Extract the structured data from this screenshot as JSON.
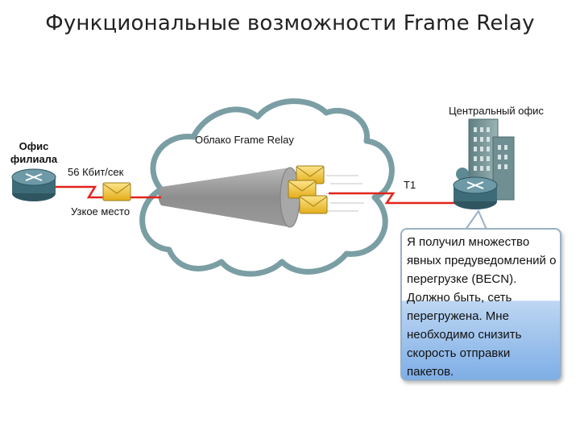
{
  "title": "Функциональные возможности Frame Relay",
  "labels": {
    "branch_office": "Офис филиала",
    "central_office": "Центральный офис",
    "cloud": "Облако Frame Relay",
    "link_speed": "56 Кбит/сек",
    "bottleneck": "Узкое место",
    "t1": "T1"
  },
  "bubble": {
    "text": "Я получил множество явных предуведомлений о перегрузке (BECN). Должно быть, сеть перегружена. Мне необходимо снизить скорость отправки пакетов."
  },
  "icons": [
    "router-icon",
    "building-icon",
    "envelope-icon",
    "cloud-icon",
    "funnel-icon"
  ],
  "colors": {
    "link": "#e0241b",
    "cloud_outline": "#7a9ea3",
    "router": "#3d6b78",
    "envelope": "#f1c232"
  }
}
